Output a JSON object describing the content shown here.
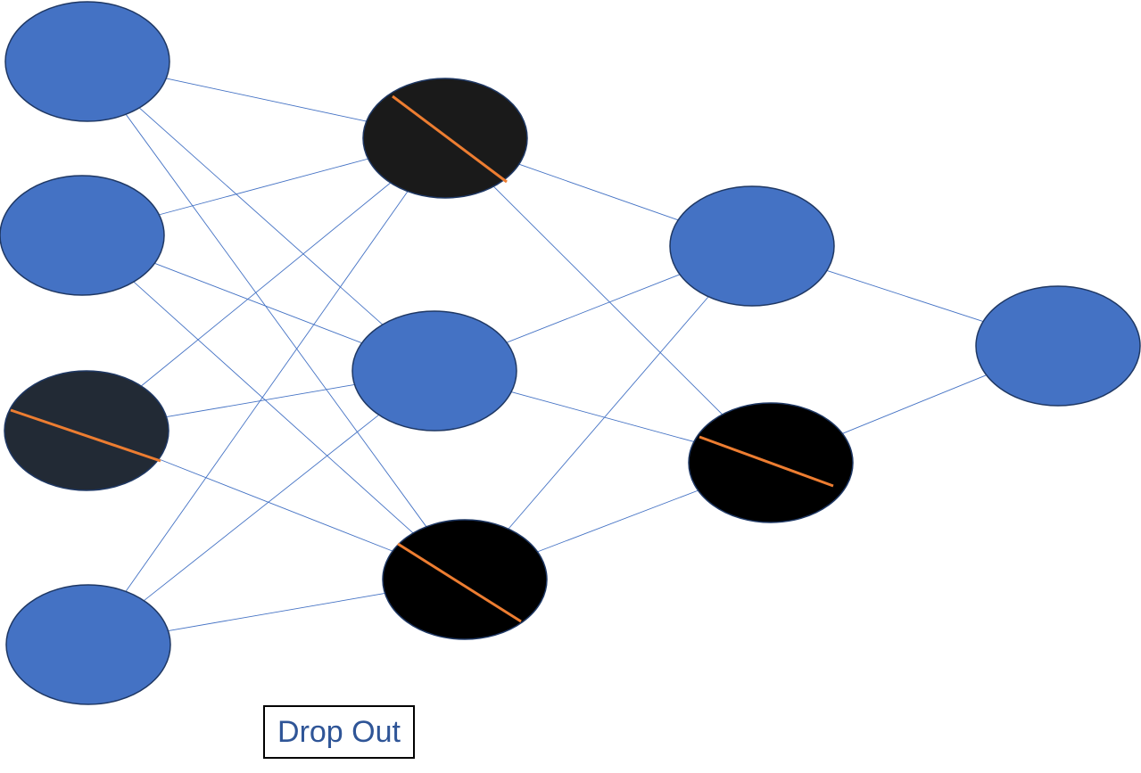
{
  "diagram": {
    "caption": "Drop Out",
    "colors": {
      "active_node_fill": "#4472c4",
      "dropped_node_fill": "#000000",
      "dropped_node_fill_alt": "#1a1a1a",
      "dropped_input_fill": "#222a35",
      "node_stroke": "#1f3864",
      "edge": "#4472c4",
      "strike": "#ed7d31",
      "caption_text": "#2f5597"
    },
    "layers": [
      {
        "name": "input",
        "nodes": [
          {
            "id": "i1",
            "dropped": false
          },
          {
            "id": "i2",
            "dropped": false
          },
          {
            "id": "i3",
            "dropped": true
          },
          {
            "id": "i4",
            "dropped": false
          }
        ]
      },
      {
        "name": "hidden-1",
        "nodes": [
          {
            "id": "h1",
            "dropped": true
          },
          {
            "id": "h2",
            "dropped": false
          },
          {
            "id": "h3",
            "dropped": true
          }
        ]
      },
      {
        "name": "hidden-2",
        "nodes": [
          {
            "id": "g1",
            "dropped": false
          },
          {
            "id": "g2",
            "dropped": true
          }
        ]
      },
      {
        "name": "output",
        "nodes": [
          {
            "id": "o1",
            "dropped": false
          }
        ]
      }
    ],
    "edges": [
      [
        "i1",
        "h1"
      ],
      [
        "i1",
        "h2"
      ],
      [
        "i1",
        "h3"
      ],
      [
        "i2",
        "h1"
      ],
      [
        "i2",
        "h2"
      ],
      [
        "i2",
        "h3"
      ],
      [
        "i3",
        "h1"
      ],
      [
        "i3",
        "h2"
      ],
      [
        "i3",
        "h3"
      ],
      [
        "i4",
        "h1"
      ],
      [
        "i4",
        "h2"
      ],
      [
        "i4",
        "h3"
      ],
      [
        "h1",
        "g1"
      ],
      [
        "h1",
        "g2"
      ],
      [
        "h2",
        "g1"
      ],
      [
        "h2",
        "g2"
      ],
      [
        "h3",
        "g1"
      ],
      [
        "h3",
        "g2"
      ],
      [
        "g1",
        "o1"
      ],
      [
        "g2",
        "o1"
      ]
    ]
  }
}
